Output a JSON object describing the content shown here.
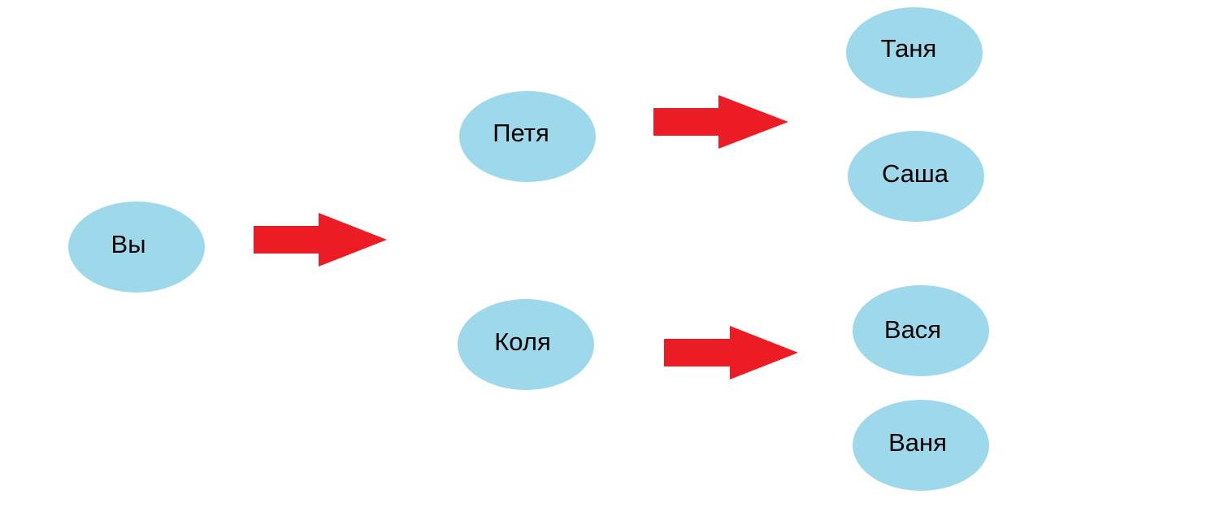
{
  "colors": {
    "node_fill": "#9dd9ea",
    "arrow_fill": "#ec1c24",
    "text": "#000000"
  },
  "nodes": {
    "you": {
      "label": "Вы"
    },
    "petya": {
      "label": "Петя"
    },
    "kolya": {
      "label": "Коля"
    },
    "tanya": {
      "label": "Таня"
    },
    "sasha": {
      "label": "Саша"
    },
    "vasya": {
      "label": "Вася"
    },
    "vanya": {
      "label": "Ваня"
    }
  }
}
